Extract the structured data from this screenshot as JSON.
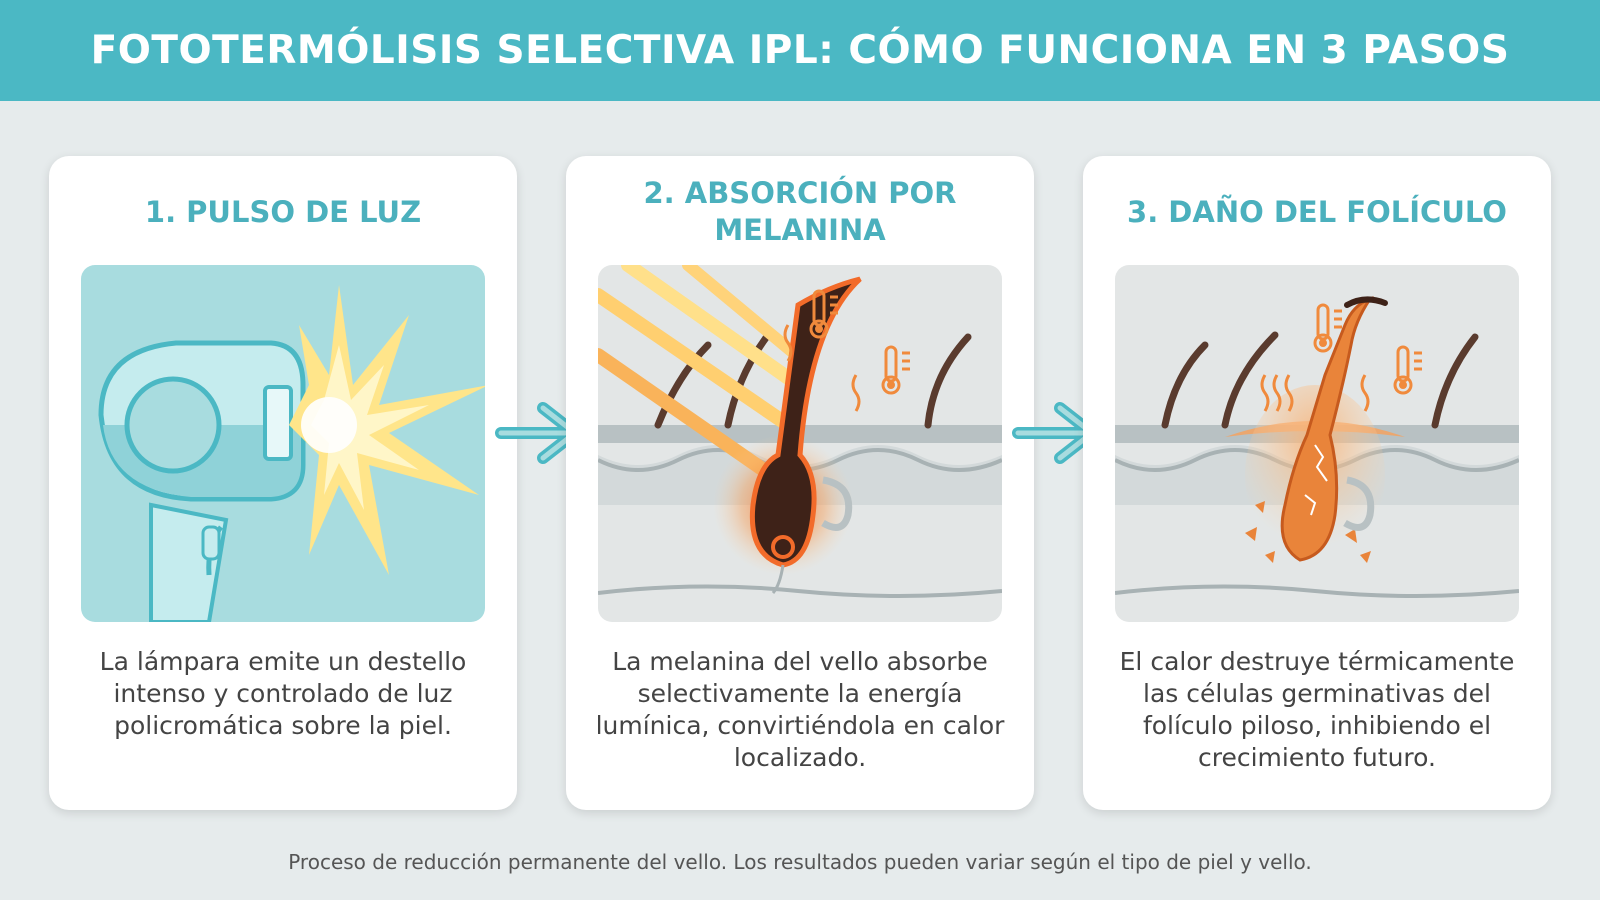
{
  "header": {
    "title": "FOTOTERMÓLISIS SELECTIVA IPL: CÓMO FUNCIONA EN 3 PASOS"
  },
  "steps": [
    {
      "title": "1. PULSO DE LUZ",
      "text": "La lámpara emite un destello intenso y controlado de luz policromática sobre la piel.",
      "icon": "ipl-handpiece-flash-illustration"
    },
    {
      "title": "2. ABSORCIÓN POR MELANINA",
      "text": "La melanina del vello absorbe selectivamente la energía lumínica, convirtiéndola en calor localizado.",
      "icon": "melanin-absorption-illustration"
    },
    {
      "title": "3. DAÑO DEL FOLÍCULO",
      "text": "El calor destruye térmicamente las células germinativas del folículo piloso, inhibiendo el crecimiento futuro.",
      "icon": "follicle-damage-illustration"
    }
  ],
  "footer": {
    "note": "Proceso de reducción permanente del vello. Los resultados pueden variar según el tipo de piel y vello."
  },
  "colors": {
    "accent": "#4bb8c4",
    "title_text": "#4bb0bd",
    "background": "#e6ebec",
    "heat": "#f08a3c"
  }
}
